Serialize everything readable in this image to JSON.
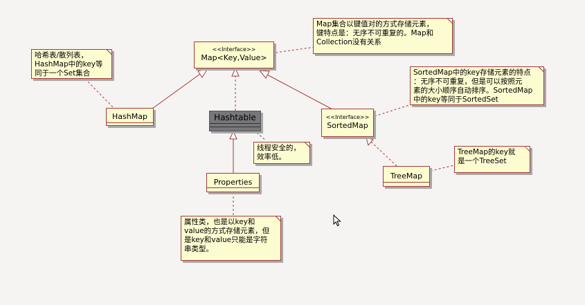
{
  "classes": {
    "map": {
      "stereotype": "<<Interface>>",
      "name": "Map<Key,Value>"
    },
    "hashmap": {
      "name": "HashMap"
    },
    "hashtable": {
      "name": "Hashtable"
    },
    "sortedmap": {
      "stereotype": "<<Interface>>",
      "name": "SortedMap"
    },
    "properties": {
      "name": "Properties"
    },
    "treemap": {
      "name": "TreeMap"
    }
  },
  "notes": {
    "map": [
      "Map集合以键值对的方式存储元素，",
      "键特点是：无序不可重复的。Map和",
      "Collection没有关系"
    ],
    "hashmap": [
      "哈希表/散列表，",
      "HashMap中的key等",
      "同于一个Set集合"
    ],
    "sortedmap": [
      "SortedMap中的key存储元素的特点",
      "：无序不可重复，但是可以按照元",
      "素的大小顺序自动排序。SortedMap",
      "中的key等同于SortedSet"
    ],
    "hashtable": [
      "线程安全的，",
      "效率低。"
    ],
    "treemap": [
      "TreeMap的key就",
      "是一个TreeSet"
    ],
    "properties": [
      "属性类，也是以key和",
      "value的方式存储元素，但",
      "是key和value只能是字符",
      "串类型。"
    ]
  },
  "colors": {
    "border": "#a53a3a",
    "fill": "#fdfbd0",
    "hashtable_fill": "#77777a",
    "background": "#f5f4f2"
  },
  "icons": [
    "cursor-arrow-icon"
  ]
}
